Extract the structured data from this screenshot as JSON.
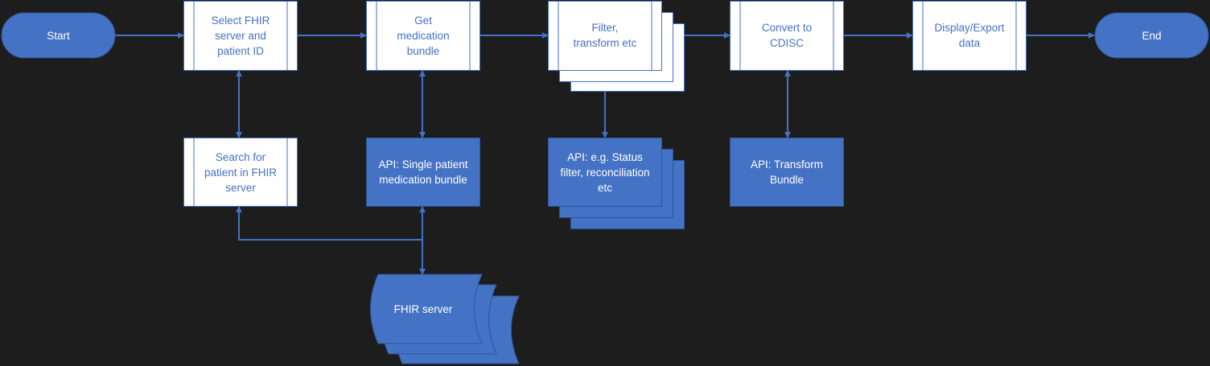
{
  "diagram": {
    "colors": {
      "background": "#1d1d1d",
      "blue_fill": "#4472c4",
      "blue_stroke": "#2f5597",
      "light_fill": "#ffffff",
      "connector": "#4472c4"
    },
    "nodes": {
      "start": "Start",
      "select": "Select FHIR\nserver and\npatient ID",
      "get": "Get\nmedication\nbundle",
      "filter": "Filter,\ntransform etc",
      "convert": "Convert to\nCDISC",
      "display": "Display/Export\ndata",
      "end": "End",
      "search": "Search for\npatient in FHIR\nserver",
      "api_single": "API: Single patient\nmedication bundle",
      "api_status": "API: e.g. Status\nfilter, reconciliation\netc",
      "api_transform": "API: Transform\nBundle",
      "fhir_server": "FHIR server"
    }
  }
}
